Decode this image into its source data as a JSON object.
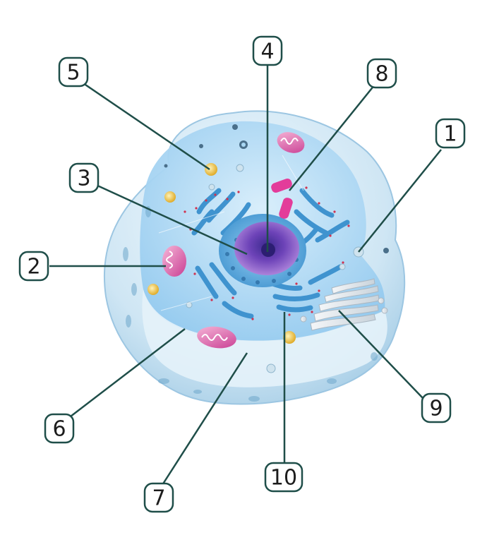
{
  "colors": {
    "leader_line": "#1f4e49",
    "label_border": "#1f4e49",
    "membrane": "#cfe6f4",
    "cytoplasm": "#a9d7f3",
    "nucleus": "#6d43b8",
    "er": "#3f93cf",
    "mitochondria": "#c93e93",
    "centrosome": "#e33c9a",
    "lysosome": "#f0c84a"
  },
  "icons": [
    "cell-membrane",
    "nucleus",
    "mitochondrion",
    "endoplasmic-reticulum",
    "golgi-apparatus",
    "lysosome",
    "centrosome",
    "vacuole"
  ],
  "labels": [
    "1",
    "2",
    "3",
    "4",
    "5",
    "6",
    "7",
    "8",
    "9",
    "10"
  ]
}
